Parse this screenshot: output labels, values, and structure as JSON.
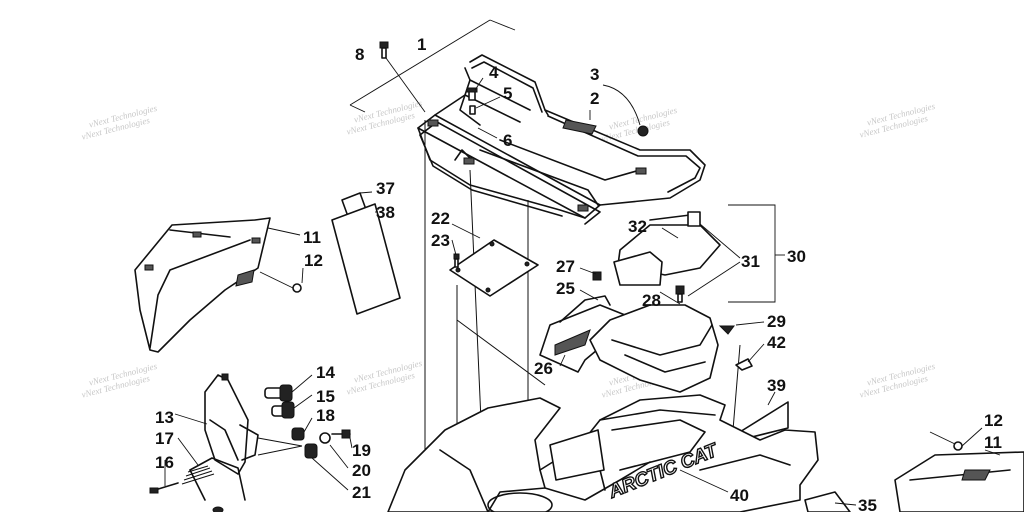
{
  "diagram": {
    "callouts": [
      "1",
      "2",
      "3",
      "4",
      "5",
      "6",
      "8",
      "11",
      "12",
      "14",
      "15",
      "13",
      "18",
      "17",
      "16",
      "19",
      "20",
      "21",
      "22",
      "23",
      "25",
      "26",
      "27",
      "28",
      "29",
      "30",
      "31",
      "32",
      "35",
      "37",
      "38",
      "39",
      "40",
      "42",
      "12",
      "11"
    ],
    "watermark": {
      "line1": "vNext Technologies",
      "line2": "vNext Technologies"
    },
    "brand_text": "ARCTIC CAT",
    "icons": [
      "bolt-icon",
      "washer-icon",
      "bushing-icon"
    ]
  }
}
